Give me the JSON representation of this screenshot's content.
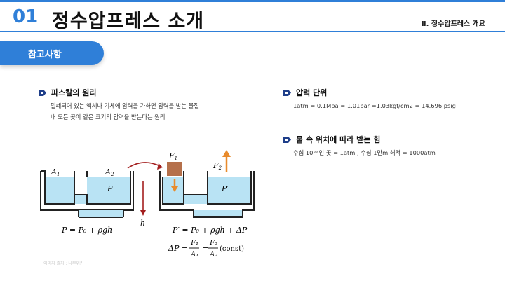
{
  "header": {
    "number": "01",
    "title": "정수압프레스 소개",
    "section": "Ⅱ. 정수압프레스 개요"
  },
  "badge": "참고사항",
  "pascal": {
    "heading": "파스칼의 원리",
    "line1": "밀폐되어 있는 액체나 기체에 압력을 가하면 압력을 받는 물질",
    "line2": "내 모든 곳이 같은 크기의 압력을 받는다는 원리"
  },
  "units": {
    "heading": "압력 단위",
    "text": "1atm = 0.1Mpa = 1.01bar =1.03kgf/cm2 = 14.696 psig"
  },
  "water": {
    "heading": "물 속 위치에 따라 받는 힘",
    "text": "수심 10m인 곳 = 1atm  , 수심 1만m 해저 = 1000atm"
  },
  "diagram": {
    "a1": "A",
    "a1_sub": "1",
    "a2": "A",
    "a2_sub": "2",
    "p": "P",
    "p_prime": "P′",
    "f1": "F",
    "f1_sub": "1",
    "f2": "F",
    "f2_sub": "2",
    "h": "h",
    "eq1": "P = P₀ + ρgh",
    "eq2": "P′ = P₀ + ρgh + ΔP",
    "eq3_left": "ΔP =",
    "eq3_num1": "F₁",
    "eq3_den1": "A₁",
    "eq3_eq": "=",
    "eq3_num2": "F₂",
    "eq3_den2": "A₂",
    "eq3_const": "(const)",
    "water_color": "#b9e3f4",
    "block_color": "#b5704b",
    "arrow_orange": "#e88b2c",
    "arrow_red": "#a31e1e"
  },
  "footer": "이미지 출처 : 나무위키"
}
